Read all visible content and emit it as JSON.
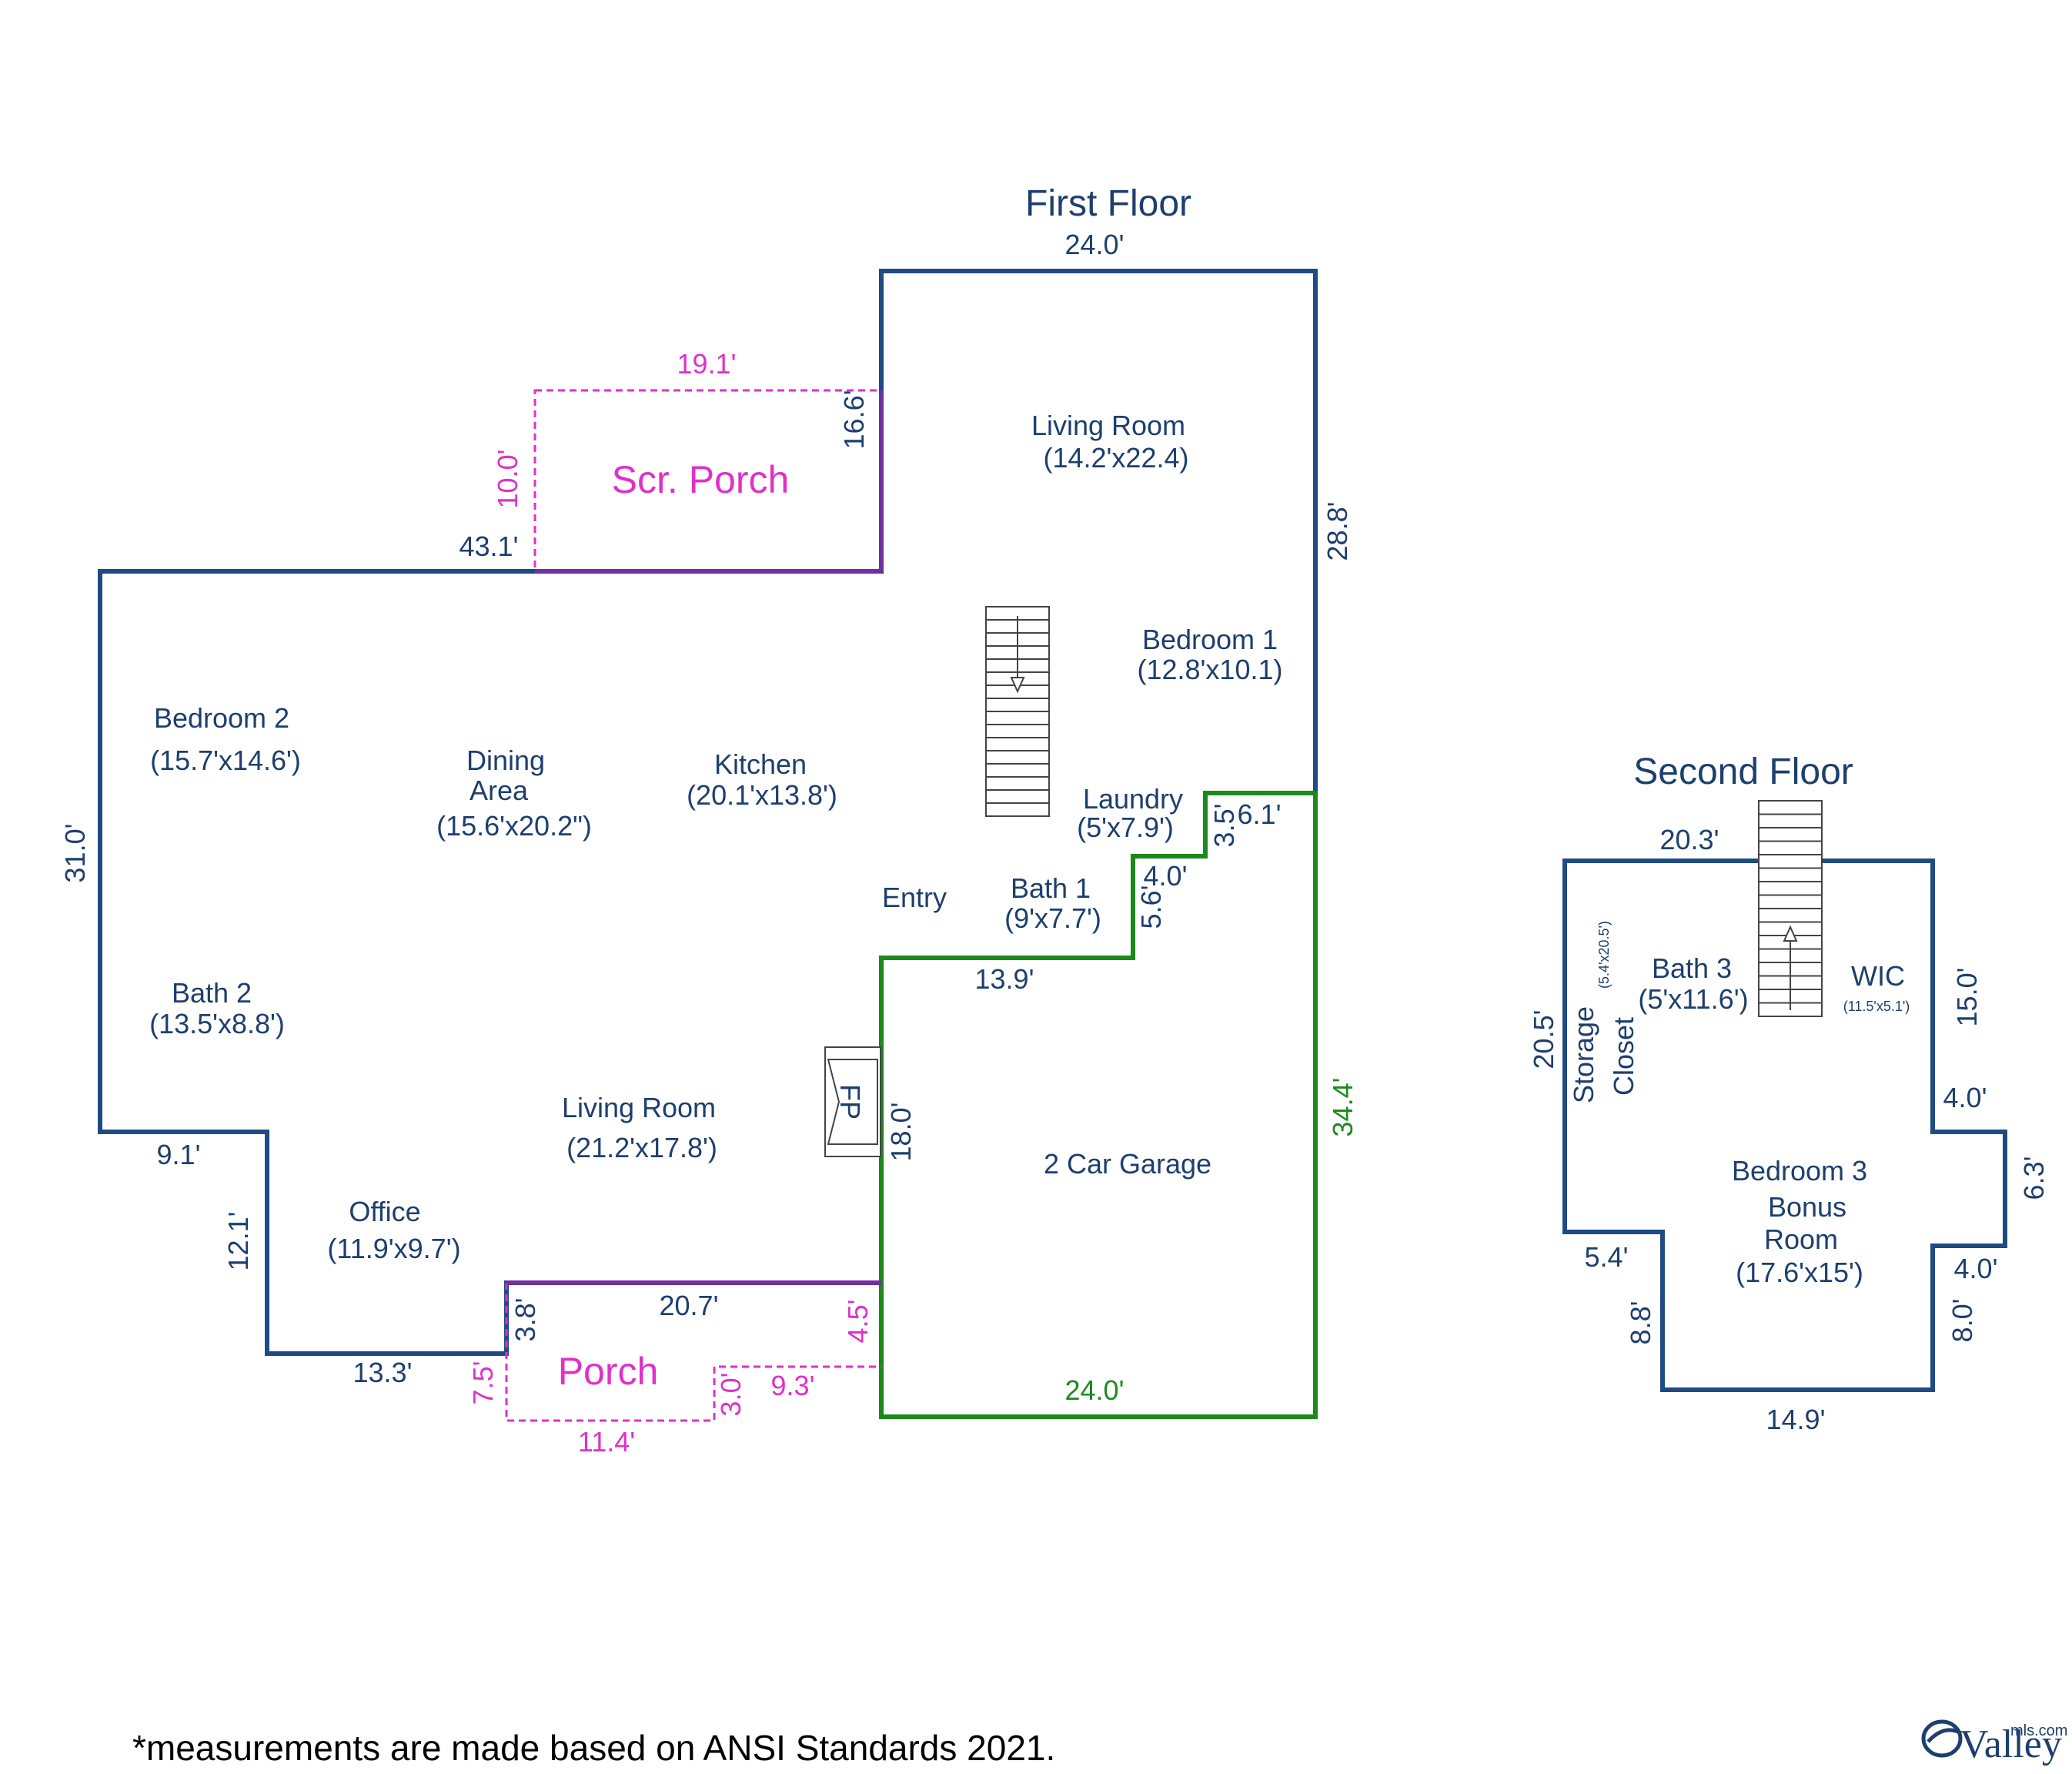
{
  "first_floor": {
    "title": "First Floor",
    "rooms": {
      "living_room_upper": "Living Room",
      "living_room_upper_dim": "(14.2'x22.4)",
      "bedroom1": "Bedroom 1",
      "bedroom1_dim": "(12.8'x10.1)",
      "bedroom2": "Bedroom 2",
      "bedroom2_dim": "(15.7'x14.6')",
      "dining_line1": "Dining",
      "dining_line2": "Area",
      "dining_dim": "(15.6'x20.2\")",
      "kitchen": "Kitchen",
      "kitchen_dim": "(20.1'x13.8')",
      "laundry": "Laundry",
      "laundry_dim": "(5'x7.9')",
      "entry": "Entry",
      "bath1": "Bath 1",
      "bath1_dim": "(9'x7.7')",
      "bath2": "Bath 2",
      "bath2_dim": "(13.5'x8.8')",
      "living_room_lower": "Living Room",
      "living_room_lower_dim": "(21.2'x17.8')",
      "office": "Office",
      "office_dim": "(11.9'x9.7')",
      "garage": "2 Car Garage",
      "fireplace": "FP",
      "scr_porch": "Scr. Porch",
      "porch": "Porch"
    },
    "dims": {
      "top": "24.0'",
      "scr_top": "19.1'",
      "scr_left": "10.0'",
      "scr_right": "16.6'",
      "wall_43": "43.1'",
      "right_288": "28.8'",
      "left_310": "31.0'",
      "laundry_35": "3.5'",
      "laundry_61": "6.1'",
      "bath_40": "4.0'",
      "bath_56": "5.6'",
      "entry_139": "13.9'",
      "fp_180": "18.0'",
      "garage_344": "34.4'",
      "garage_240": "24.0'",
      "step_91": "9.1'",
      "step_121": "12.1'",
      "step_133": "13.3'",
      "porch_38": "3.8'",
      "porch_207": "20.7'",
      "porch_45": "4.5'",
      "porch_75": "7.5'",
      "porch_30": "3.0'",
      "porch_93": "9.3'",
      "porch_114": "11.4'"
    }
  },
  "second_floor": {
    "title": "Second Floor",
    "rooms": {
      "bath3": "Bath 3",
      "bath3_dim": "(5'x11.6')",
      "wic": "WIC",
      "wic_dim": "(11.5'x5.1')",
      "storage": "Storage",
      "storage_dim": "(5.4'x20.5')",
      "closet": "Closet",
      "bedroom3": "Bedroom 3",
      "bonus": "Bonus",
      "room": "Room",
      "bedroom3_dim": "(17.6'x15')"
    },
    "dims": {
      "top": "20.3'",
      "left": "20.5'",
      "right_150": "15.0'",
      "right_40a": "4.0'",
      "right_63": "6.3'",
      "right_40b": "4.0'",
      "right_80": "8.0'",
      "bottom": "14.9'",
      "left_54": "5.4'",
      "left_88": "8.8'"
    }
  },
  "footer": {
    "note": "*measurements are made based on ANSI Standards 2021.",
    "logo_text": "Valley",
    "logo_small": "mls.com"
  },
  "colors": {
    "wall": "#1f4b85",
    "garage": "#1a8a1a",
    "porch": "#e030c8",
    "text": "#1d3f6e"
  }
}
